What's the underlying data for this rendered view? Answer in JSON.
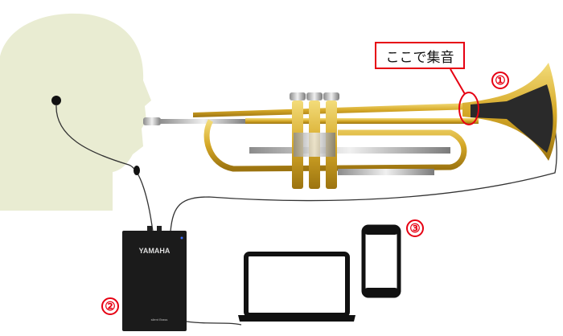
{
  "callout": {
    "text": "ここで集音"
  },
  "markers": [
    "①",
    "②",
    "③"
  ],
  "device": {
    "brand": "YAMAHA",
    "product": "silent Brass"
  },
  "colors": {
    "accent": "#e60012",
    "head": "#e9ecd2",
    "brass": "#d9b13a",
    "device": "#1b1b1b"
  }
}
